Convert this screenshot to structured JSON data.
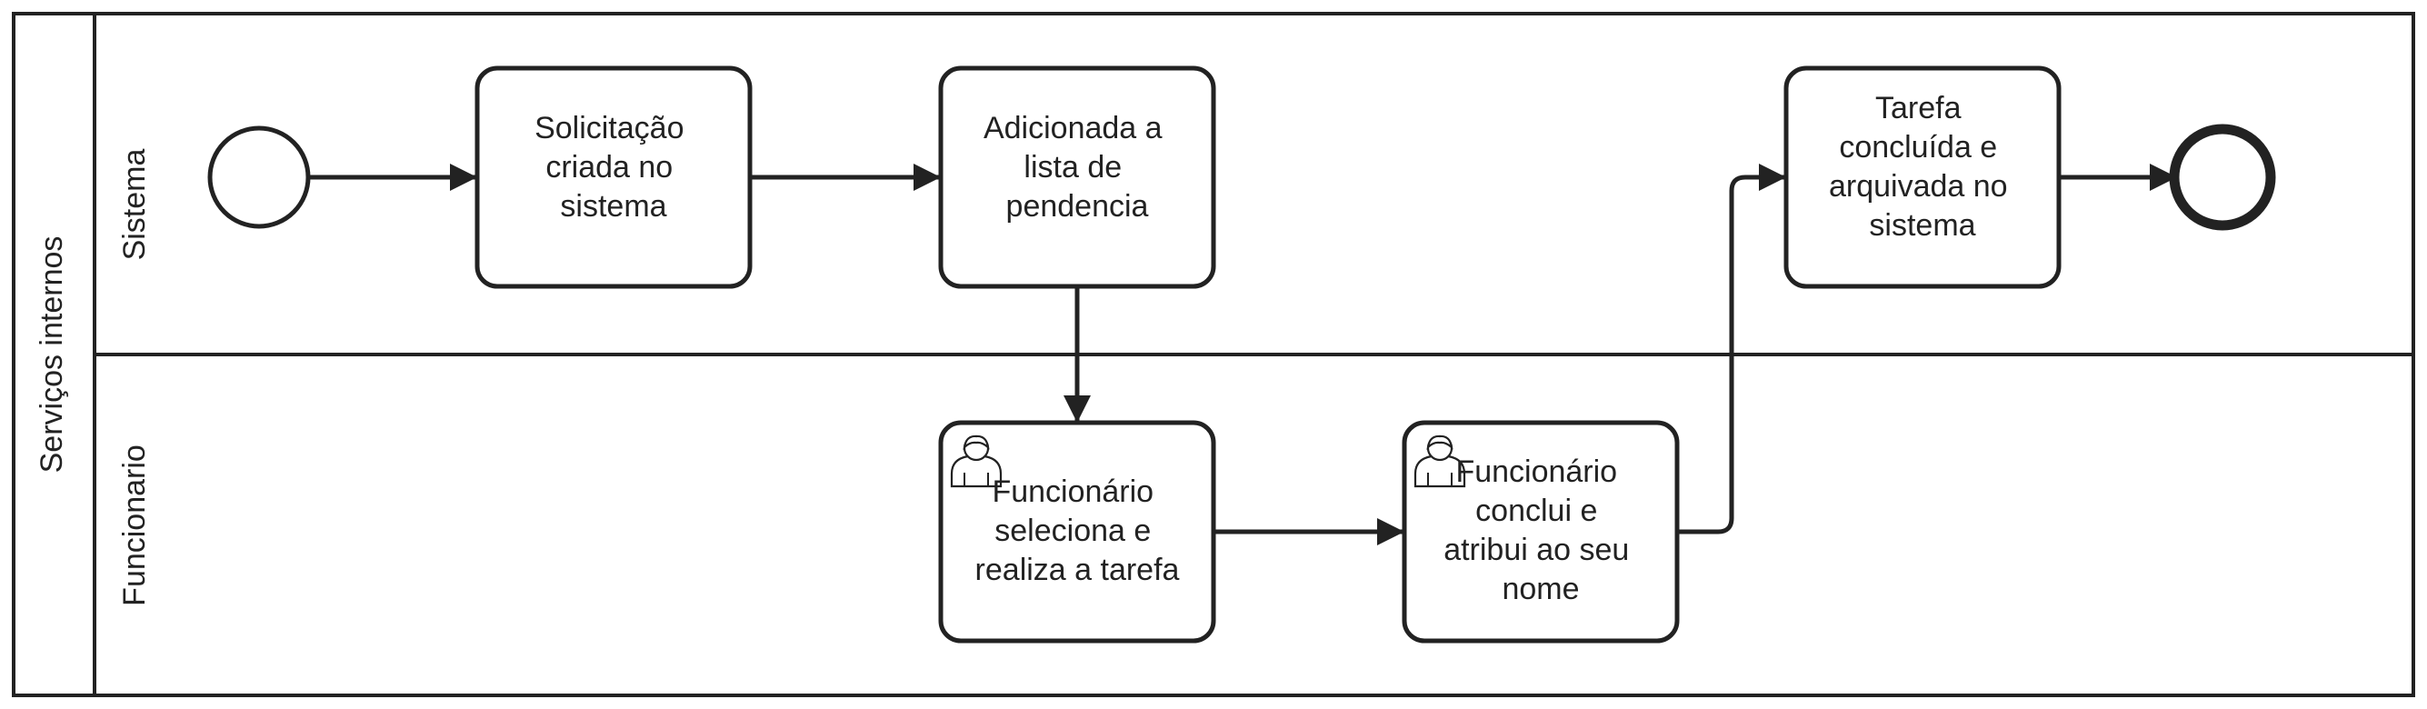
{
  "pool": {
    "label": "Serviços internos",
    "lanes": [
      {
        "id": "sistema",
        "label": "Sistema"
      },
      {
        "id": "funcionario",
        "label": "Funcionario"
      }
    ]
  },
  "tasks": [
    {
      "id": "t1",
      "lines": [
        "Solicitação",
        "criada no",
        "sistema"
      ],
      "user_icon": false
    },
    {
      "id": "t2",
      "lines": [
        "Adicionada a",
        "lista de",
        "pendencia"
      ],
      "user_icon": false
    },
    {
      "id": "t3",
      "lines": [
        "Tarefa",
        "concluída e",
        "arquivada no",
        "sistema"
      ],
      "user_icon": false
    },
    {
      "id": "t4",
      "lines": [
        "Funcionário",
        "seleciona e",
        "realiza a tarefa"
      ],
      "user_icon": true,
      "icon": "user-icon"
    },
    {
      "id": "t5",
      "lines": [
        "Funcionário",
        "conclui e",
        "atribui ao seu",
        "nome"
      ],
      "user_icon": true,
      "icon": "user-icon"
    }
  ],
  "events": [
    {
      "id": "start",
      "type": "start-event"
    },
    {
      "id": "end",
      "type": "end-event"
    }
  ],
  "flows": [
    {
      "from": "start",
      "to": "t1"
    },
    {
      "from": "t1",
      "to": "t2"
    },
    {
      "from": "t2",
      "to": "t4"
    },
    {
      "from": "t4",
      "to": "t5"
    },
    {
      "from": "t5",
      "to": "t3"
    },
    {
      "from": "t3",
      "to": "end"
    }
  ],
  "colors": {
    "stroke": "#222222",
    "fill": "#ffffff",
    "background": "#ffffff"
  }
}
